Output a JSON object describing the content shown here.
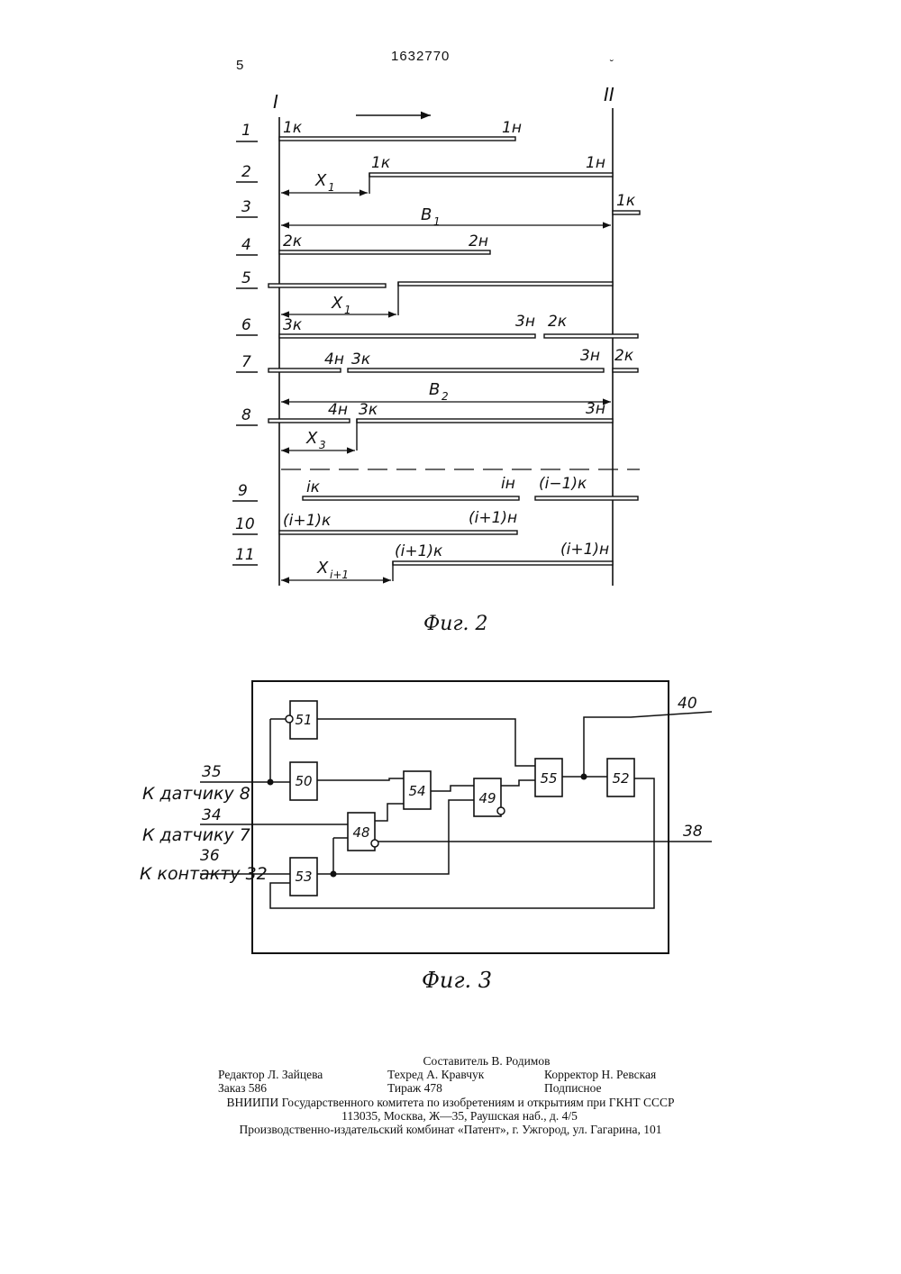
{
  "header": {
    "page_number": "5",
    "patent_number": "1632770",
    "corner_mark": "˘"
  },
  "fig2": {
    "caption": "Фиг. 2",
    "axis_labels": {
      "left": "I",
      "right": "II"
    },
    "row_numbers": [
      "1",
      "2",
      "3",
      "4",
      "5",
      "6",
      "7",
      "8",
      "9",
      "10",
      "11"
    ],
    "labels": {
      "r1_a": "1к",
      "r1_b": "1н",
      "r2_x": "X",
      "r2_xs": "1",
      "r2_a": "1к",
      "r2_b": "1н",
      "r3_b": "B",
      "r3_bs": "1",
      "r3_a": "1к",
      "r4_a": "2к",
      "r4_b": "2н",
      "r5_x": "X",
      "r5_xs": "1",
      "r6_a": "3к",
      "r6_b": "3н",
      "r6_c": "2к",
      "r7_a": "4н",
      "r7_b": "3к",
      "r7_c": "3н",
      "r7_d": "2к",
      "r7_b2": "B",
      "r7_b2s": "2",
      "r8_a": "4н",
      "r8_b": "3к",
      "r8_c": "3н",
      "r8_x": "X",
      "r8_xs": "3",
      "r9_a": "iк",
      "r9_b": "iн",
      "r9_c": "(i−1)к",
      "r10_a": "(i+1)к",
      "r10_b": "(i+1)н",
      "r11_a": "(i+1)к",
      "r11_b": "(i+1)н",
      "r11_x": "X",
      "r11_xs": "i+1"
    }
  },
  "fig3": {
    "caption": "Фиг. 3",
    "blocks": [
      "51",
      "50",
      "54",
      "49",
      "55",
      "52",
      "48",
      "53"
    ],
    "inputs": [
      {
        "number": "35",
        "label": "К датчику 8"
      },
      {
        "number": "34",
        "label": "К датчику 7"
      },
      {
        "number": "36",
        "label": "К контакту 32"
      }
    ],
    "outputs": [
      "40",
      "38"
    ]
  },
  "footer": {
    "composer": "Составитель В. Родимов",
    "editor": "Редактор Л. Зайцева",
    "techred": "Техред А. Кравчук",
    "corrector": "Корректор Н. Ревская",
    "order": "Заказ 586",
    "circulation": "Тираж 478",
    "subscription": "Подписное",
    "org": "ВНИИПИ Государственного комитета по изобретениям и открытиям при ГКНТ СССР",
    "address": "113035, Москва, Ж—35, Раушская наб., д. 4/5",
    "publisher": "Производственно-издательский комбинат «Патент», г. Ужгород, ул. Гагарина, 101"
  }
}
